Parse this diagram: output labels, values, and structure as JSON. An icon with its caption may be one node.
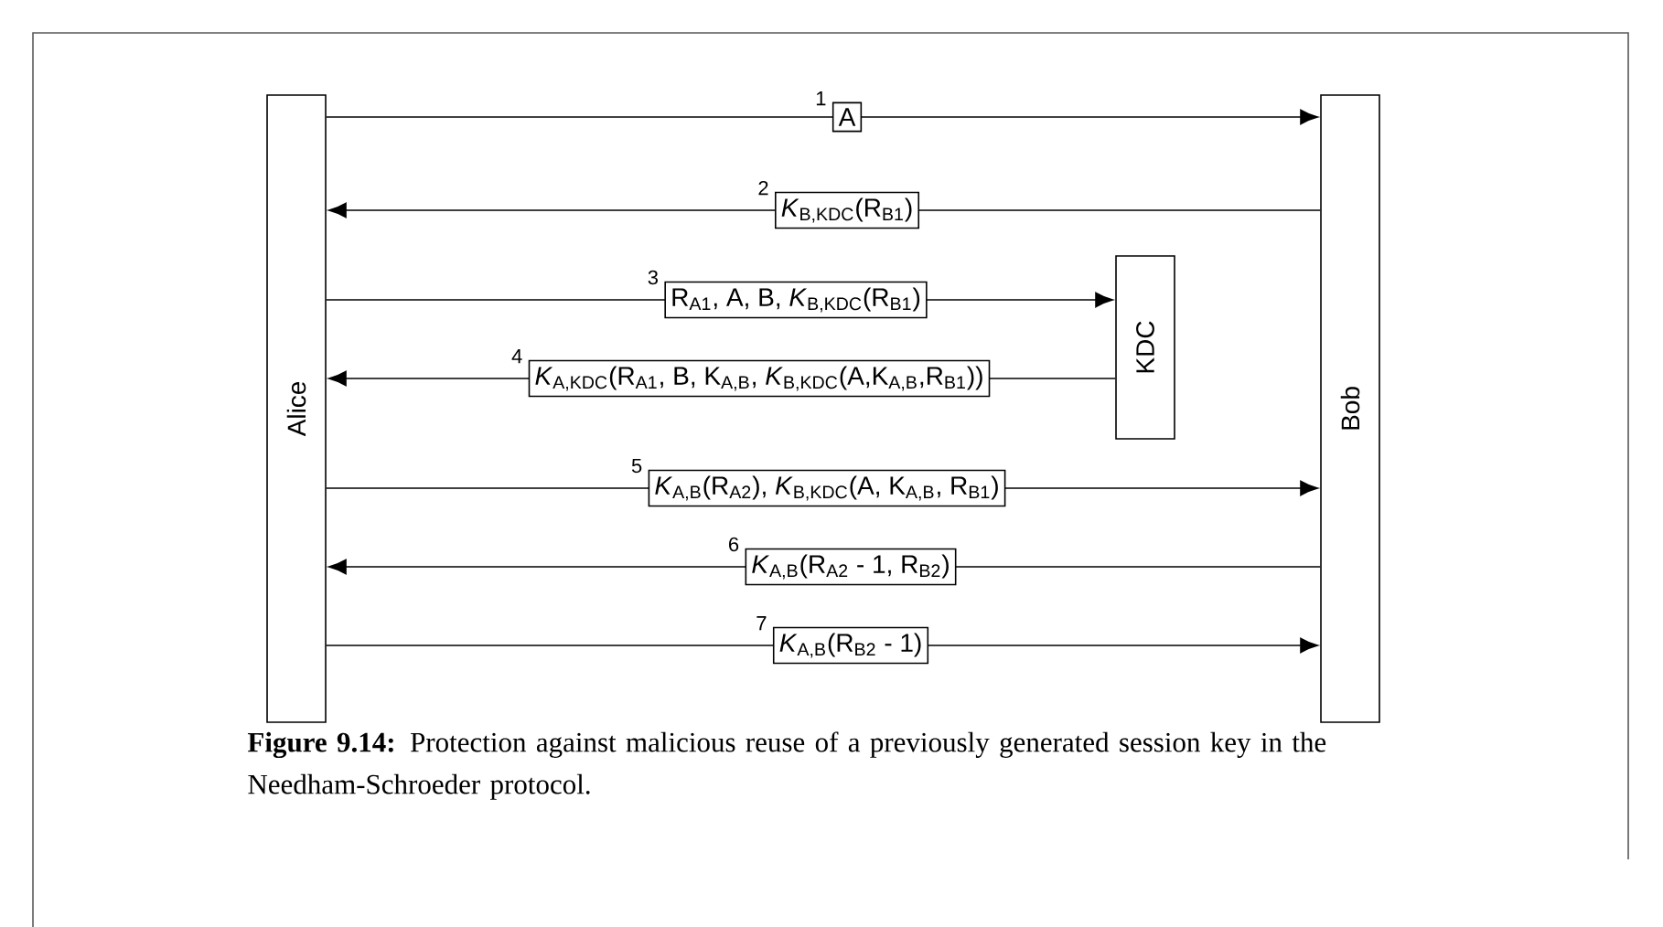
{
  "diagram": {
    "caption": "**Figure 9.14:** Protection against malicious reuse of a previously generated session key in the Needham-Schroeder protocol.",
    "nodes": [
      {
        "text": [
          "Alice"
        ]
      },
      {
        "text": [
          "Bob"
        ]
      },
      {
        "text": [
          "KDC"
        ]
      }
    ],
    "edges": [
      {
        "from": 0,
        "to": 1,
        "arrow": "to",
        "label": "A"
      },
      {
        "from": 1,
        "to": 0,
        "arrow": "to",
        "label": "*K*$_{B,KDC}$(R$_{B1}$)"
      },
      {
        "from": 0,
        "to": 2,
        "arrow": "to",
        "label": "R$_{A1}$, A, B, *K*$_{B,KDC}$(R$_{B1}$)"
      },
      {
        "from": 2,
        "to": 0,
        "arrow": "to",
        "label": "*K*$_{A,KDC}$(R$_{A1}$, B, K$_{A,B}$, *K*$_{B,KDC}$(A,K$_{A,B}$,R$_{B1}$))"
      },
      {
        "from": 0,
        "to": 1,
        "arrow": "to",
        "label": "*K*$_{A,B}$(R$_{A2}$), *K*$_{B,KDC}$(A, K$_{A,B}$, R$_{B1}$)"
      },
      {
        "from": 1,
        "to": 0,
        "arrow": "to",
        "label": "*K*$_{A,B}$(R$_{A2}$ - 1, R$_{B2}$)"
      },
      {
        "from": 0,
        "to": 1,
        "arrow": "to",
        "label": "*K*$_{A,B}$(R$_{B2}$ - 1)"
      }
    ],
    "labels": [
      "1",
      "2",
      "3",
      "4",
      "5",
      "6",
      "7"
    ]
  }
}
